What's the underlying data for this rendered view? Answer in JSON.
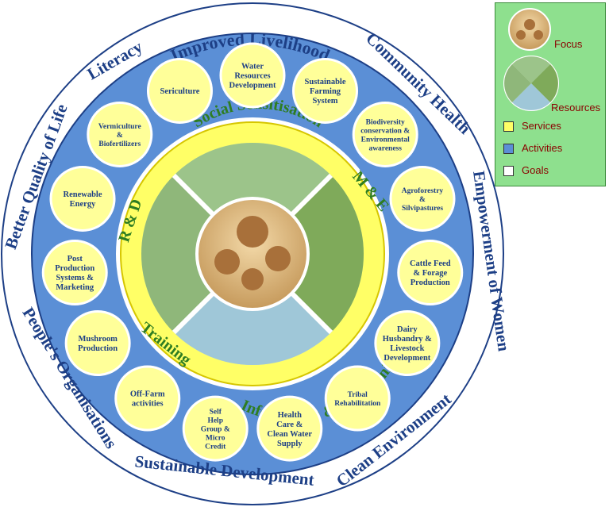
{
  "goals": {
    "outer_labels": [
      "Improved Livelihood",
      "Community Health",
      "Empowerment of Women",
      "Clean Environment",
      "Sustainable Development",
      "People's Organisations",
      "Better Quality of Life",
      "Literacy"
    ]
  },
  "activities": [
    [
      "Water",
      "Resources",
      "Development"
    ],
    [
      "Sustainable",
      "Farming",
      "System"
    ],
    [
      "Biodiversity",
      "conservation &",
      "Environmental",
      "awareness"
    ],
    [
      "Agroforestry",
      "&",
      "Silvipastures"
    ],
    [
      "Cattle Feed",
      "& Forage",
      "Production"
    ],
    [
      "Dairy",
      "Husbandry &",
      "Livestock",
      "Development"
    ],
    [
      "Tribal",
      "Rehabilitation"
    ],
    [
      "Health",
      "Care &",
      "Clean Water",
      "Supply"
    ],
    [
      "Self",
      "Help",
      "Group &",
      "Micro",
      "Credit"
    ],
    [
      "Off-Farm",
      "activities"
    ],
    [
      "Mushroom",
      "Production"
    ],
    [
      "Post",
      "Production",
      "Systems &",
      "Marketing"
    ],
    [
      "Renewable",
      "Energy"
    ],
    [
      "Vermiculture",
      "&",
      "Biofertilizers"
    ],
    [
      "Sericulture"
    ]
  ],
  "services": {
    "top": "Social Sensitisation",
    "top_right": "M & E",
    "bottom_right": "Information & Communication",
    "bottom_left": "Training",
    "left": "R & D"
  },
  "legend": {
    "focus": "Focus",
    "resources": "Resources",
    "services": "Services",
    "activities": "Activities",
    "goals": "Goals",
    "colors": {
      "services": "#ffff66",
      "activities": "#5b8fd6",
      "goals": "#ffffff",
      "background": "#8ee08e",
      "label": "#8b0000"
    }
  }
}
